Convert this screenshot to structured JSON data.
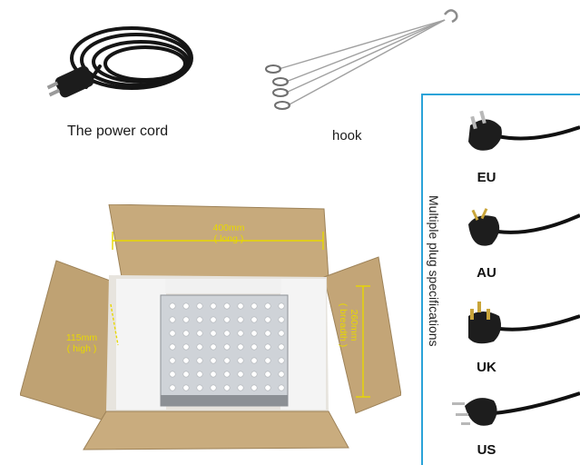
{
  "accessories": {
    "power_cord_caption": "The power cord",
    "hook_caption": "hook"
  },
  "box": {
    "length_value": "400mm",
    "length_label": "( long )",
    "width_value": "260mm",
    "width_label": "( breadth )",
    "height_value": "115mm",
    "height_label": "( high )"
  },
  "plug_specs": {
    "title": "Multiple plug specifications",
    "plugs": [
      {
        "label": "EU",
        "icon": "eu-plug-icon"
      },
      {
        "label": "AU",
        "icon": "au-plug-icon"
      },
      {
        "label": "UK",
        "icon": "uk-plug-icon"
      },
      {
        "label": "US",
        "icon": "us-plug-icon"
      }
    ]
  },
  "colors": {
    "frame_accent": "#2aa3d8",
    "dimension_text": "#e8d800",
    "cardboard": "#c4a77a"
  }
}
